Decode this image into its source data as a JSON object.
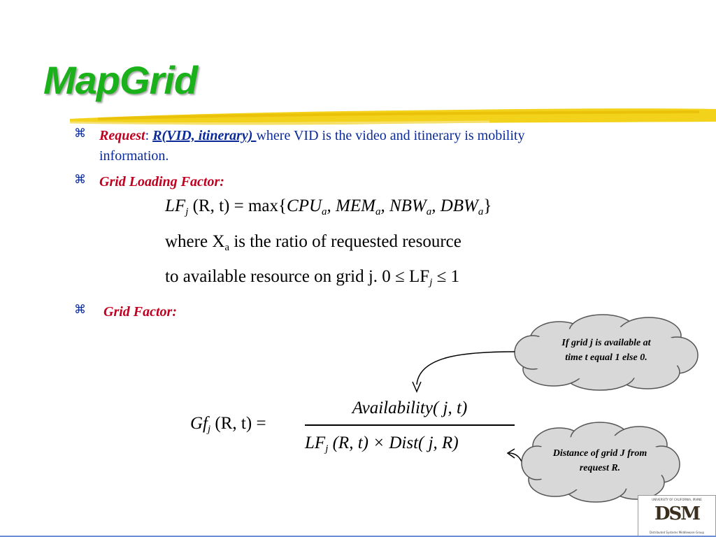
{
  "title": "MapGrid",
  "bullet_symbol": "⌘",
  "bullets": {
    "request": {
      "label": "Request",
      "colon": ":",
      "link_text": "R(VID, itinerary) ",
      "line1_rest": "where VID is the video and itinerary is mobility",
      "line2": "information."
    },
    "glf": {
      "label": "Grid Loading Factor:"
    },
    "gf": {
      "label": "Grid Factor:"
    }
  },
  "eq_lf": {
    "lhs": "LF",
    "lhs_sub": "j",
    "args": "(R, t) = max{",
    "cpu": "CPU",
    "cpu_sub": "a",
    "mem": ", MEM",
    "mem_sub": "a",
    "nbw": ", NBW",
    "nbw_sub": "a",
    "dbw": ", DBW",
    "dbw_sub": "a",
    "close": "}"
  },
  "eq_where": {
    "line1_pre": "where X",
    "line1_sub": "a",
    "line1_post": " is the ratio of requested resource",
    "line2_pre": "to available resource on grid j.   0 ≤ LF",
    "line2_sub": "j",
    "line2_post": " ≤ 1"
  },
  "eq_gf": {
    "lhs": "Gf",
    "lhs_sub": "j",
    "lhs_args": "(R, t) =",
    "numerator": "Availability( j, t)",
    "den_lf": "LF",
    "den_sub": "j",
    "den_rest": "(R, t) × Dist( j, R)"
  },
  "callouts": {
    "availability": {
      "line1": "If grid j is available at",
      "line2": "time t equal 1 else 0."
    },
    "distance": {
      "line1": "Distance of grid J from",
      "line2": "request R."
    }
  },
  "logo": {
    "small_text": "UNIVERSITY OF CALIFORNIA, IRVINE",
    "mark": "DSM",
    "caption": "Distributed Systems Middleware Group"
  },
  "colors": {
    "title": "#1bb11b",
    "text_blue": "#0b2a9a",
    "label_red": "#c00020",
    "brush": "#f2d21a",
    "cloud": "#d8d8d8"
  }
}
